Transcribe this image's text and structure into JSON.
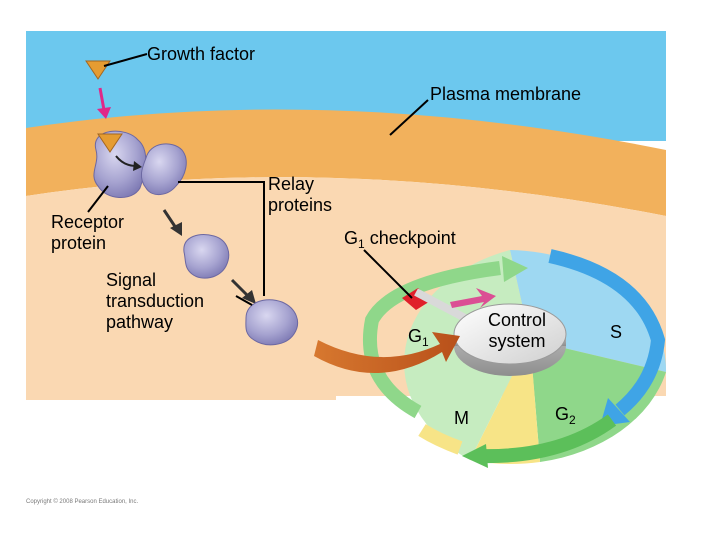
{
  "labels": {
    "growth_factor": "Growth factor",
    "plasma_membrane": "Plasma membrane",
    "relay_proteins": [
      "Relay",
      "proteins"
    ],
    "receptor_protein": [
      "Receptor",
      "protein"
    ],
    "signal_transduction_pathway": [
      "Signal",
      "transduction",
      "pathway"
    ],
    "g1_checkpoint": {
      "main": "G",
      "sub": "1",
      "rest": " checkpoint"
    },
    "control_system": [
      "Control",
      "system"
    ],
    "g1": {
      "main": "G",
      "sub": "1"
    },
    "s": "S",
    "m": "M",
    "g2": {
      "main": "G",
      "sub": "2"
    }
  },
  "copyright": "Copyright © 2008 Pearson Education, Inc.",
  "colors": {
    "extracellular": "#6cc8ee",
    "membrane": "#f2b15c",
    "cytoplasm": "#fad8b2",
    "protein": "#a6a3d0",
    "growth_factor": "#e59c32",
    "s_phase": "#3fa4e6",
    "g1_phase": "#8fd78a",
    "g2_phase": "#5cbf5a",
    "m_phase": "#f7e487",
    "signal_arrow": "#c85d1e",
    "checkpoint": "#e0202a",
    "pink_arrow": "#e02888"
  }
}
